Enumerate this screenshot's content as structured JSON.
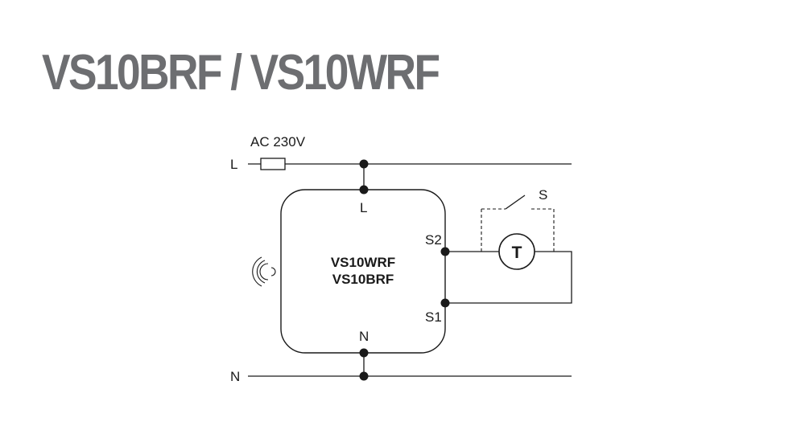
{
  "title": "VS10BRF / VS10WRF",
  "supply_label": "AC 230V",
  "line_label": "L",
  "neutral_label": "N",
  "device": {
    "model_1": "VS10WRF",
    "model_2": "VS10BRF",
    "terminal_l": "L",
    "terminal_n": "N",
    "terminal_s1": "S1",
    "terminal_s2": "S2"
  },
  "thermostat_label": "T",
  "switch_label": "S"
}
